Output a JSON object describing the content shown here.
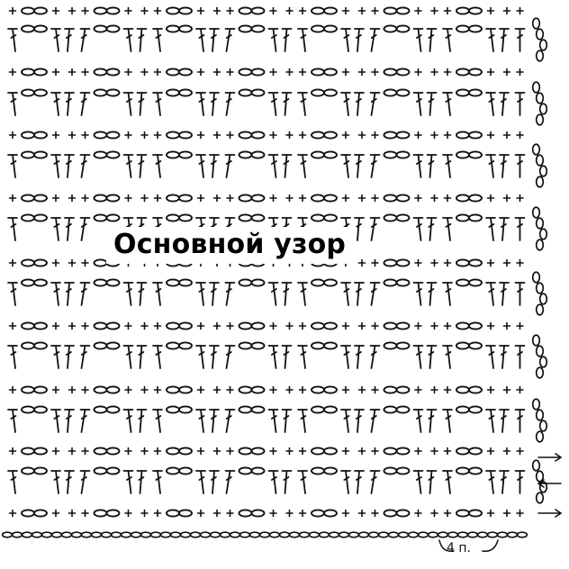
{
  "pattern": {
    "title": "Основной узор",
    "repeat_label": "4 п.",
    "symbols": {
      "single_crochet": "+",
      "double_crochet": "T",
      "chain": "∞",
      "turning_chain": "oval-chain"
    },
    "colors": {
      "ink": "#111111",
      "background": "#ffffff"
    },
    "rows": {
      "foundation_count": 1,
      "sc_rows": 9,
      "dc_rows": 8,
      "direction_arrows": [
        "→",
        "←",
        "→"
      ]
    }
  }
}
